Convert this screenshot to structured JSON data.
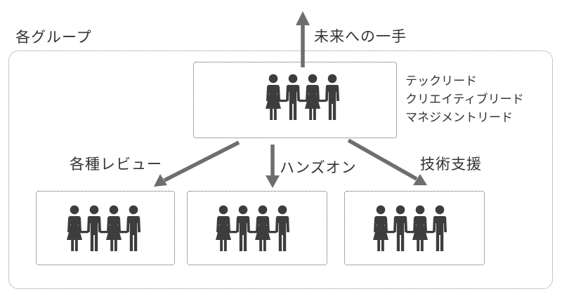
{
  "group_label": "各グループ",
  "future_label": "未来への一手",
  "leads": [
    "テックリード",
    "クリエイティブリード",
    "マネジメントリード"
  ],
  "branches": {
    "left": "各種レビュー",
    "center": "ハンズオン",
    "right": "技術支援"
  },
  "icon": "people-group-icon",
  "colors": {
    "figure": "#3d3d3d",
    "arrow": "#6e6e6e",
    "border": "#8a8a8a"
  }
}
